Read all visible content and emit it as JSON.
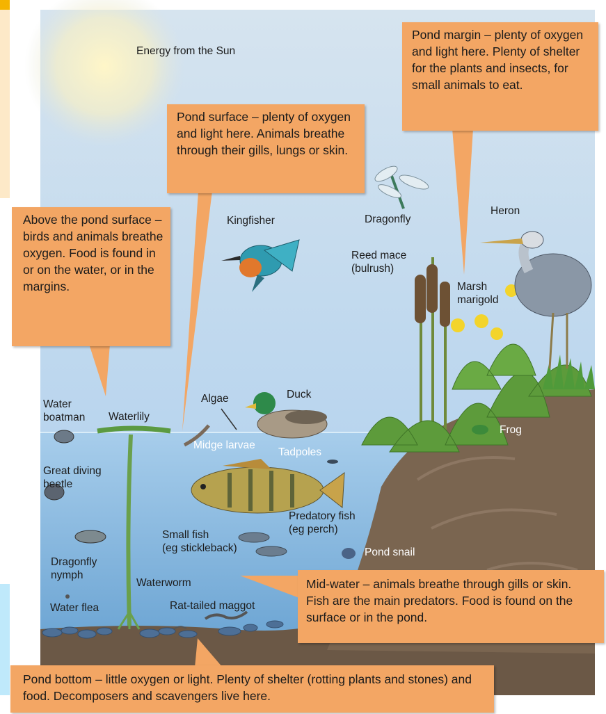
{
  "callouts": {
    "pond_margin": "Pond margin – plenty of oxygen and light here. Plenty of shelter for the plants and insects, for small animals to eat.",
    "pond_surface": "Pond surface – plenty of oxygen and light here. Animals breathe through their gills, lungs or skin.",
    "above_surface": "Above the pond surface – birds and animals breathe oxygen. Food is found in or on the water, or in the margins.",
    "mid_water": "Mid-water – animals breathe through gills or skin. Fish are the main predators. Food is found on the surface or in the pond.",
    "pond_bottom": "Pond bottom – little oxygen or light. Plenty of shelter (rotting plants and stones) and food. Decomposers and scavengers live here."
  },
  "labels": {
    "energy": "Energy from the Sun",
    "kingfisher": "Kingfisher",
    "dragonfly": "Dragonfly",
    "heron": "Heron",
    "reed_mace": "Reed mace\n(bulrush)",
    "marsh_marigold": "Marsh\nmarigold",
    "water_boatman": "Water\nboatman",
    "waterlily": "Waterlily",
    "algae": "Algae",
    "duck": "Duck",
    "midge_larvae": "Midge larvae",
    "tadpoles": "Tadpoles",
    "frog": "Frog",
    "great_diving_beetle": "Great diving\nbeetle",
    "predatory_fish": "Predatory fish\n(eg perch)",
    "small_fish": "Small fish\n(eg stickleback)",
    "pond_snail": "Pond snail",
    "dragonfly_nymph": "Dragonfly\nnymph",
    "waterworm": "Waterworm",
    "water_flea": "Water flea",
    "rat_tailed_maggot": "Rat-tailed maggot"
  },
  "colors": {
    "callout_fill": "#f3a664",
    "sky": "#c9dff0",
    "water": "#8fbfe3",
    "mud": "#6e5a44"
  }
}
